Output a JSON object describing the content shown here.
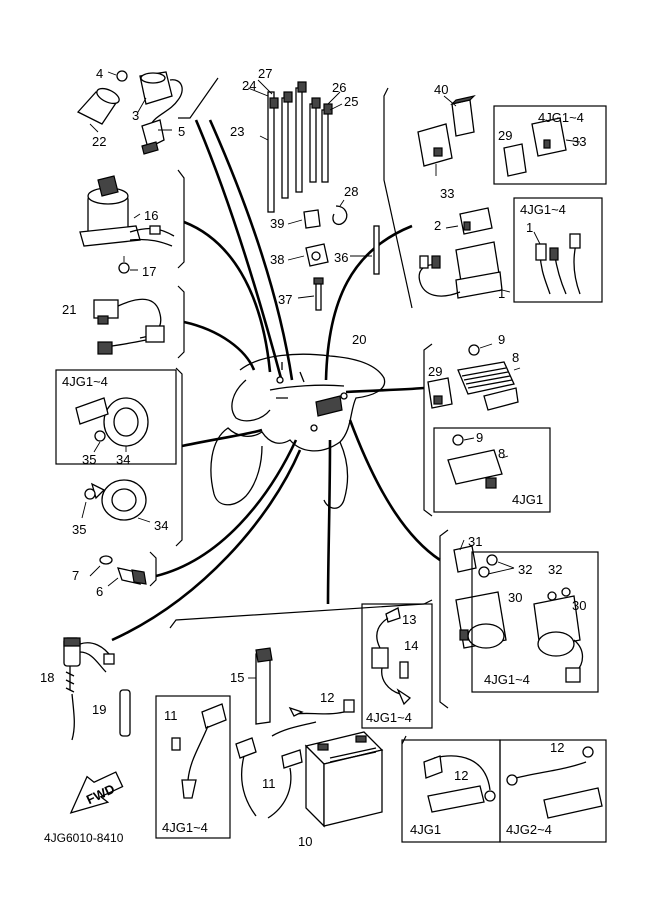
{
  "diagram": {
    "footer_code": "4JG6010-8410",
    "fwd_label": "FWD",
    "callouts": [
      "1",
      "2",
      "3",
      "4",
      "5",
      "6",
      "7",
      "8",
      "9",
      "10",
      "11",
      "12",
      "13",
      "14",
      "15",
      "16",
      "17",
      "18",
      "19",
      "20",
      "21",
      "22",
      "23",
      "24",
      "25",
      "26",
      "27",
      "28",
      "29",
      "30",
      "31",
      "32",
      "33",
      "34",
      "35",
      "36",
      "37",
      "38",
      "39",
      "40"
    ],
    "variant_boxes": [
      {
        "label": "4JG1~4",
        "parts": [
          "29",
          "33"
        ]
      },
      {
        "label": "4JG1~4",
        "parts": [
          "1"
        ]
      },
      {
        "label": "4JG1~4",
        "parts": [
          "34",
          "35"
        ]
      },
      {
        "label": "4JG1",
        "parts": [
          "8",
          "9"
        ]
      },
      {
        "label": "4JG1~4",
        "parts": [
          "30",
          "32"
        ]
      },
      {
        "label": "4JG1~4",
        "parts": [
          "13",
          "14"
        ]
      },
      {
        "label": "4JG1~4",
        "parts": [
          "11"
        ]
      },
      {
        "label": "4JG1",
        "parts": [
          "12"
        ]
      },
      {
        "label": "4JG2~4",
        "parts": [
          "12"
        ]
      }
    ]
  }
}
